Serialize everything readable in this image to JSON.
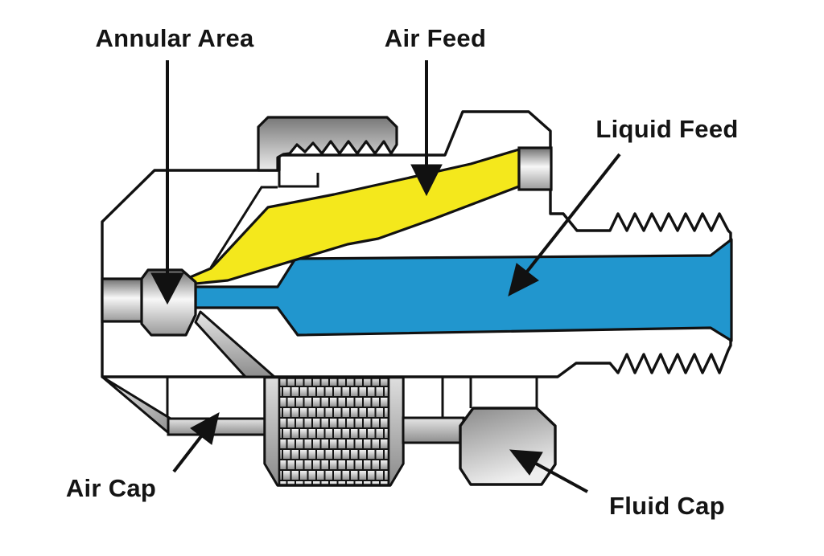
{
  "diagram": {
    "labels": {
      "annular_area": "Annular Area",
      "air_feed": "Air Feed",
      "liquid_feed": "Liquid Feed",
      "air_cap": "Air Cap",
      "fluid_cap": "Fluid Cap"
    },
    "colors": {
      "air_channel": "#F4E81C",
      "liquid_channel": "#2196CE",
      "outline": "#111111",
      "background": "#FFFFFF"
    }
  }
}
